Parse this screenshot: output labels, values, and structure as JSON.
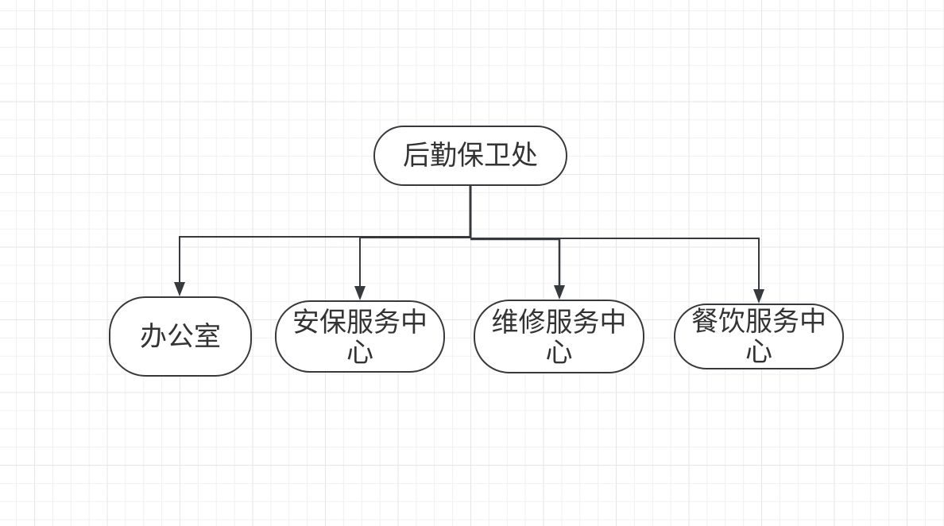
{
  "diagram": {
    "type": "org-chart",
    "root": {
      "id": "root",
      "label": "后勤保卫处"
    },
    "children": [
      {
        "id": "office",
        "label": "办公室"
      },
      {
        "id": "security",
        "label": "安保服务中心"
      },
      {
        "id": "maintenance",
        "label": "维修服务中心"
      },
      {
        "id": "catering",
        "label": "餐饮服务中心"
      }
    ],
    "edges": [
      {
        "from": "root",
        "to": "office"
      },
      {
        "from": "root",
        "to": "security"
      },
      {
        "from": "root",
        "to": "maintenance"
      },
      {
        "from": "root",
        "to": "catering"
      }
    ],
    "colors": {
      "stroke": "#36393d",
      "text": "#333333",
      "node_fill": "#ffffff",
      "grid_minor": "#f0f0f0",
      "grid_major": "#e6e6e6"
    }
  }
}
